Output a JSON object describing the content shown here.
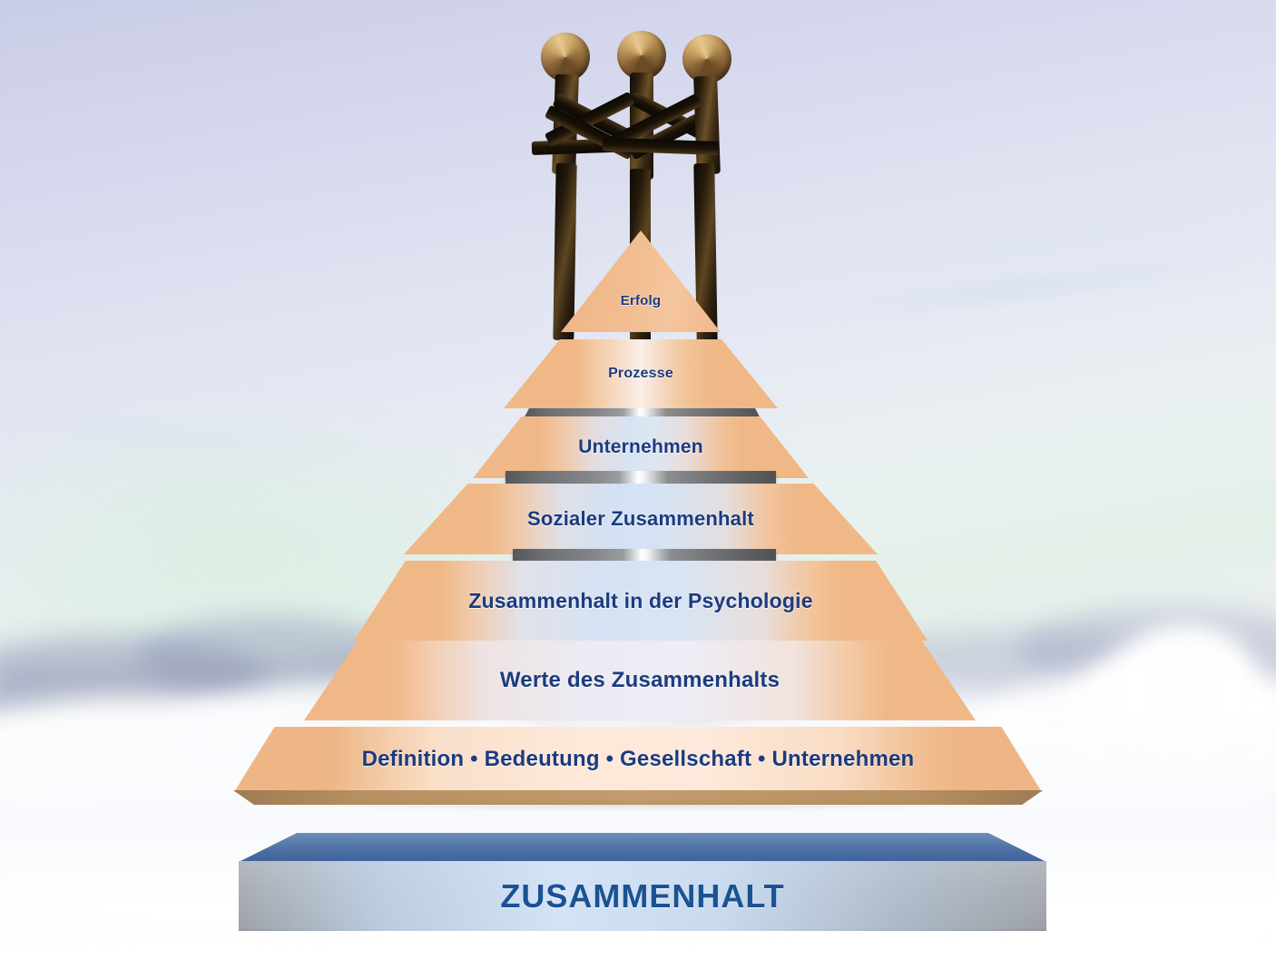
{
  "diagram": {
    "kind": "layered-pyramid",
    "title": "ZUSAMMENHALT",
    "topper_icon": "three-figures-statue-icon",
    "levels": [
      {
        "id": "erfolg",
        "label": "Erfolg",
        "rank": 1
      },
      {
        "id": "prozesse",
        "label": "Prozesse",
        "rank": 2
      },
      {
        "id": "unternehmen",
        "label": "Unternehmen",
        "rank": 3
      },
      {
        "id": "sozialer",
        "label": "Sozialer Zusammenhalt",
        "rank": 4
      },
      {
        "id": "psychologie",
        "label": "Zusammenhalt in der Psychologie",
        "rank": 5
      },
      {
        "id": "werte",
        "label": "Werte des Zusammenhalts",
        "rank": 6
      },
      {
        "id": "definition",
        "label": "Definition • Bedeutung • Gesellschaft • Unternehmen",
        "rank": 7
      }
    ],
    "base": {
      "label": "ZUSAMMENHALT"
    },
    "colors": {
      "layer_face": "#f0b886",
      "layer_center": "#dbe6f4",
      "text": "#1b3b7f",
      "base_text": "#1b5293",
      "base_top": "#4c6fa3",
      "base_block": "#a9abad",
      "separator": "#6e7073",
      "statue_bronze": "#c9a064",
      "sky_top": "#c9cce6",
      "sky_bottom": "#f4f5f8"
    }
  },
  "chart_data": {
    "type": "pyramid",
    "title": "ZUSAMMENHALT",
    "categories": [
      "Erfolg",
      "Prozesse",
      "Unternehmen",
      "Sozialer Zusammenhalt",
      "Zusammenhalt in der Psychologie",
      "Werte des Zusammenhalts",
      "Definition • Bedeutung • Gesellschaft • Unternehmen"
    ],
    "values": [
      1,
      2,
      3,
      4,
      5,
      6,
      7
    ],
    "ylabel": "",
    "xlabel": "",
    "legend": []
  }
}
